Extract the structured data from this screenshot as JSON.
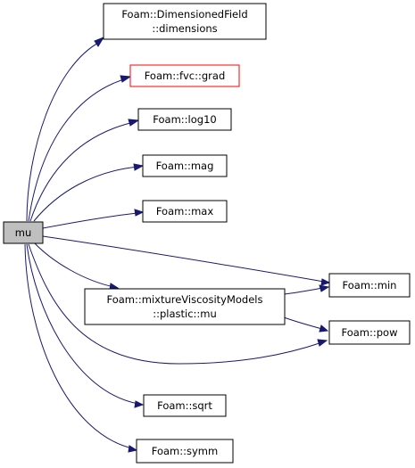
{
  "colors": {
    "edge": "#191970",
    "root_fill": "#bfbfbf",
    "missing_border": "#ff0000",
    "node_border": "#000000"
  },
  "nodes": {
    "root": {
      "lines": [
        "mu"
      ]
    },
    "dimensions": {
      "lines": [
        "Foam::DimensionedField",
        "::dimensions"
      ]
    },
    "grad": {
      "lines": [
        "Foam::fvc::grad"
      ]
    },
    "log10": {
      "lines": [
        "Foam::log10"
      ]
    },
    "mag": {
      "lines": [
        "Foam::mag"
      ]
    },
    "max": {
      "lines": [
        "Foam::max"
      ]
    },
    "plastic_mu": {
      "lines": [
        "Foam::mixtureViscosityModels",
        "::plastic::mu"
      ]
    },
    "min": {
      "lines": [
        "Foam::min"
      ]
    },
    "pow": {
      "lines": [
        "Foam::pow"
      ]
    },
    "sqrt": {
      "lines": [
        "Foam::sqrt"
      ]
    },
    "symm": {
      "lines": [
        "Foam::symm"
      ]
    }
  },
  "edges": [
    {
      "from": "root",
      "to": "dimensions"
    },
    {
      "from": "root",
      "to": "grad"
    },
    {
      "from": "root",
      "to": "log10"
    },
    {
      "from": "root",
      "to": "mag"
    },
    {
      "from": "root",
      "to": "max"
    },
    {
      "from": "root",
      "to": "min"
    },
    {
      "from": "root",
      "to": "plastic_mu"
    },
    {
      "from": "root",
      "to": "pow"
    },
    {
      "from": "root",
      "to": "sqrt"
    },
    {
      "from": "root",
      "to": "symm"
    },
    {
      "from": "plastic_mu",
      "to": "min"
    },
    {
      "from": "plastic_mu",
      "to": "pow"
    }
  ]
}
